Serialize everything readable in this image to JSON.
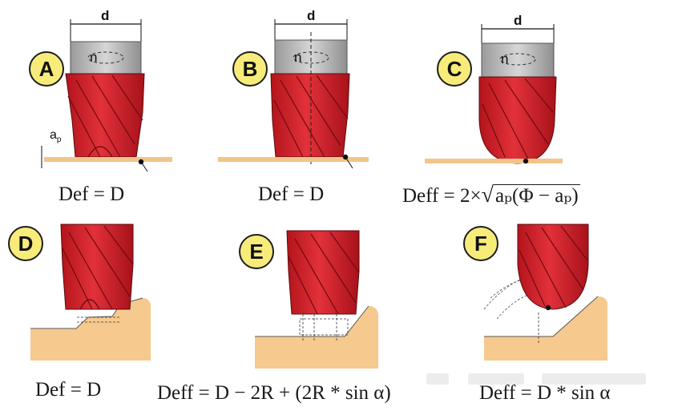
{
  "panels": [
    {
      "letter": "A",
      "dim_label": "d",
      "rot_label": "n",
      "depth_label": "a",
      "depth_sub": "p"
    },
    {
      "letter": "B",
      "dim_label": "d",
      "rot_label": "n"
    },
    {
      "letter": "C",
      "dim_label": "d",
      "rot_label": "n"
    },
    {
      "letter": "D"
    },
    {
      "letter": "E"
    },
    {
      "letter": "F"
    }
  ],
  "formulas": {
    "a": "Def = D",
    "b": "Def = D",
    "c_prefix": "Deff = 2×",
    "c_radicand": "aₚ(Φ − aₚ)",
    "d": "Def = D",
    "e": "Deff  = D − 2R + (2R * sin α)",
    "f": "Deff  = D * sin α"
  },
  "colors": {
    "cutter_red": "#d8232a",
    "cutter_dark": "#8c1016",
    "shank_gray": "#b9b9b9",
    "workpiece": "#f6c98e",
    "badge_yellow": "#f7ec7a"
  }
}
